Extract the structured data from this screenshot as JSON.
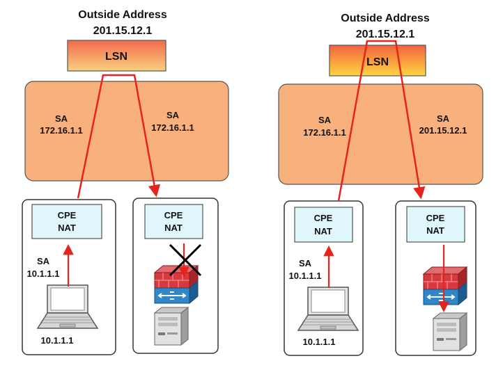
{
  "left": {
    "outside_title": "Outside Address",
    "outside_ip": "201.15.12.1",
    "lsn_label": "LSN",
    "sa_left": {
      "label": "SA",
      "ip": "172.16.1.1"
    },
    "sa_right": {
      "label": "SA",
      "ip": "172.16.1.1"
    },
    "cpe1": {
      "line1": "CPE",
      "line2": "NAT"
    },
    "cpe2": {
      "line1": "CPE",
      "line2": "NAT"
    },
    "host_sa": {
      "label": "SA",
      "ip": "10.1.1.1"
    },
    "host_ip": "10.1.1.1"
  },
  "right": {
    "outside_title": "Outside Address",
    "outside_ip": "201.15.12.1",
    "lsn_label": "LSN",
    "sa_left": {
      "label": "SA",
      "ip": "172.16.1.1"
    },
    "sa_right": {
      "label": "SA",
      "ip": "201.15.12.1"
    },
    "cpe1": {
      "line1": "CPE",
      "line2": "NAT"
    },
    "cpe2": {
      "line1": "CPE",
      "line2": "NAT"
    },
    "host_sa": {
      "label": "SA",
      "ip": "10.1.1.1"
    },
    "host_ip": "10.1.1.1"
  },
  "colors": {
    "flow": "#e8231d",
    "pool": "#f8b07d",
    "lsn_left_top": "#f46a4c",
    "lsn_left_bottom": "#f7d07f",
    "lsn_right_top": "#f2623f",
    "lsn_right_bottom": "#ffd640",
    "cpe_fill": "#dff7fb",
    "firewall_red": "#d9383c",
    "firewall_blue": "#2f86c9"
  }
}
